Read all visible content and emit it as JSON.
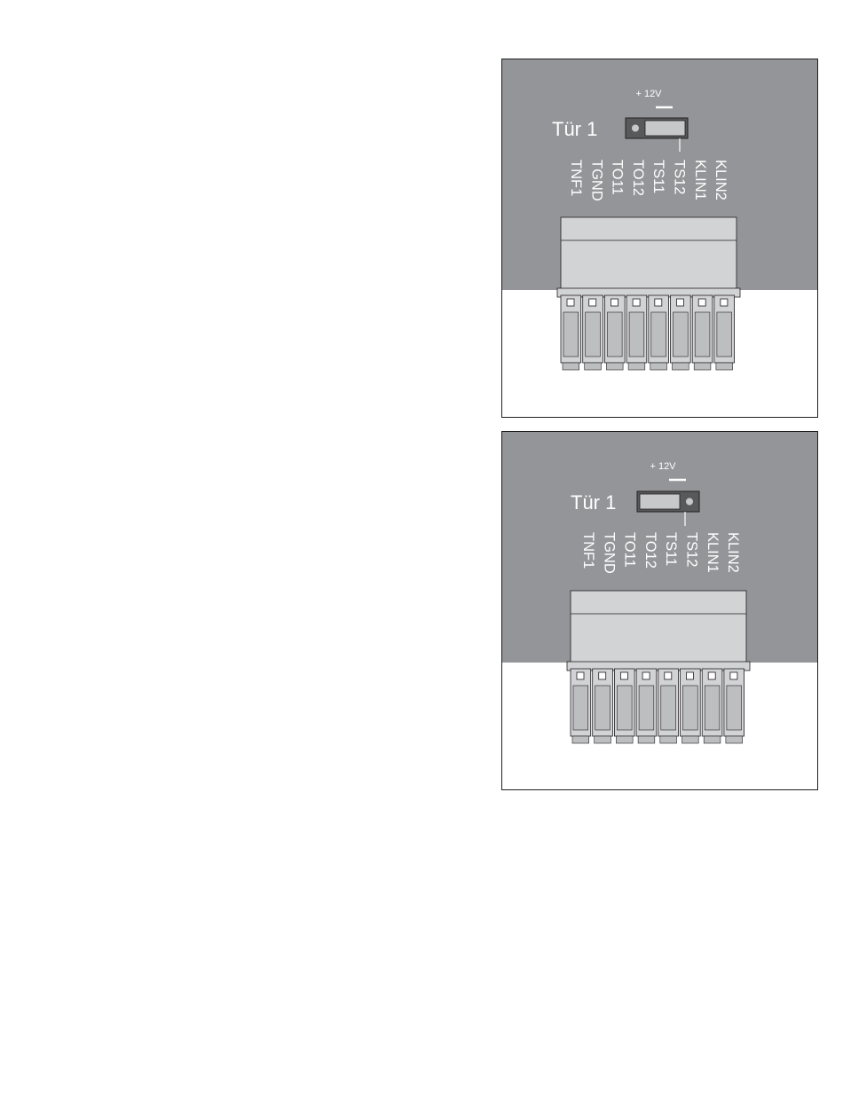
{
  "panels": [
    {
      "door_label": "Tür 1",
      "voltage_label": "+ 12V",
      "jumper_position": "right",
      "terminal_labels": [
        "TNF1",
        "TGND",
        "TO11",
        "TO12",
        "TS11",
        "TS12",
        "KLIN1",
        "KLIN2"
      ]
    },
    {
      "door_label": "Tür 1",
      "voltage_label": "+ 12V",
      "jumper_position": "left",
      "terminal_labels": [
        "TNF1",
        "TGND",
        "TO11",
        "TO12",
        "TS11",
        "TS12",
        "KLIN1",
        "KLIN2"
      ]
    }
  ],
  "colors": {
    "board": "#939598",
    "connector_light": "#d1d3d4",
    "connector_mid": "#bcbec0",
    "jumper_cap": "#c7c8ca",
    "jumper_base": "#58595b",
    "outline": "#231f20",
    "label": "#ffffff"
  }
}
